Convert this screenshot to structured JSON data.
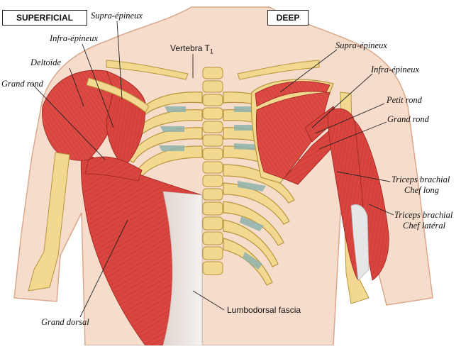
{
  "panels": {
    "superficial": "SUPERFICIAL",
    "deep": "DEEP"
  },
  "labels": {
    "vertebra": "Vertebra T",
    "vertebra_sub": "1",
    "supra_left": "Supra-épineux",
    "infra_left": "Infra-épineux",
    "deltoide": "Deltoïde",
    "grand_rond_left": "Grand rond",
    "grand_dorsal": "Grand dorsal",
    "lumbodorsal": "Lumbodorsal fascia",
    "supra_right": "Supra-épineux",
    "infra_right": "Infra-épineux",
    "petit_rond": "Petit rond",
    "grand_rond_right": "Grand rond",
    "triceps_long_1": "Triceps brachial",
    "triceps_long_2": "Chef long",
    "triceps_lat_1": "Triceps brachial",
    "triceps_lat_2": "Chef latéral"
  },
  "colors": {
    "skin": "#f6dccb",
    "skin_edge": "#d9a88c",
    "muscle": "#d9453f",
    "muscle_dark": "#b3302c",
    "bone": "#f2d98f",
    "bone_edge": "#b8953e",
    "cartilage": "#8fb3ad",
    "fascia": "#ece8e4"
  }
}
